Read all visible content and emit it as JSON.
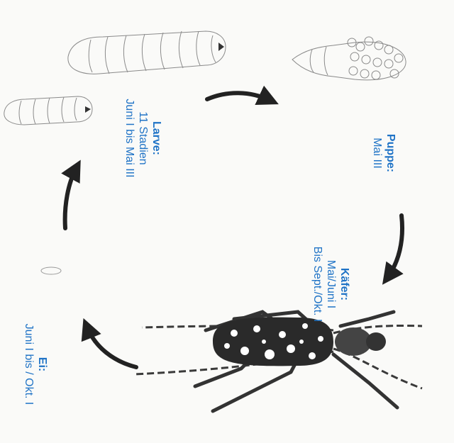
{
  "stages": {
    "puppe": {
      "name": "Puppe:",
      "lines": [
        "Mai III"
      ]
    },
    "kaefer": {
      "name": "Käfer:",
      "lines": [
        "Mai/Juni I",
        "Bis Sept./Okt. I"
      ]
    },
    "ei": {
      "name": "Ei:",
      "lines": [
        "Juni I bis / Okt. I"
      ]
    },
    "larve": {
      "name": "Larve:",
      "lines": [
        "11 Stadien",
        "Juni I bis Mai III"
      ]
    }
  },
  "colors": {
    "label": "#1f73c6",
    "arrow": "#222222",
    "sketch": "#777777",
    "beetle": "#2a2a2a"
  }
}
